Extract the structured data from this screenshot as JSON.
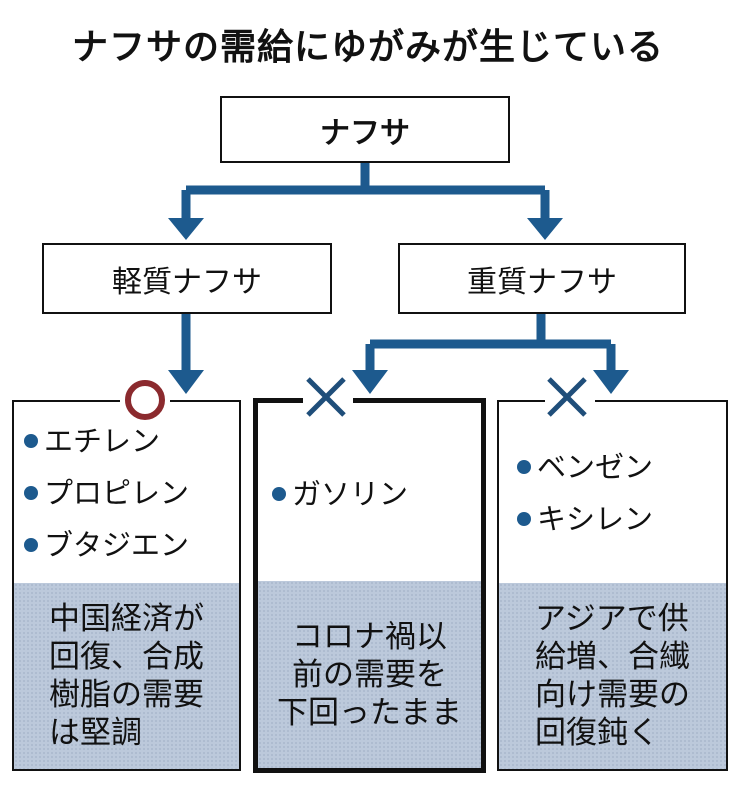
{
  "title": "ナフサの需給にゆがみが生じている",
  "root": {
    "label": "ナフサ"
  },
  "branches": [
    {
      "label": "軽質ナフサ"
    },
    {
      "label": "重質ナフサ"
    }
  ],
  "categories": [
    {
      "mark": "circle",
      "mark_meaning": "good",
      "items": [
        "エチレン",
        "プロピレン",
        "ブタジエン"
      ],
      "note": "中国経済が\n回復、合成\n樹脂の需要\nは堅調"
    },
    {
      "mark": "cross",
      "mark_meaning": "bad",
      "items": [
        "ガソリン"
      ],
      "note": "コロナ禍以\n前の需要を\n下回ったまま"
    },
    {
      "mark": "cross",
      "mark_meaning": "bad",
      "items": [
        "ベンゼン",
        "キシレン"
      ],
      "note": "アジアで供\n給増、合繊\n向け需要の\n回復鈍く"
    }
  ],
  "colors": {
    "arrow": "#1d5a8e",
    "circle_mark": "#8b2a2e",
    "cross_mark": "#1f4e7a",
    "note_band": "#bcc9db"
  }
}
